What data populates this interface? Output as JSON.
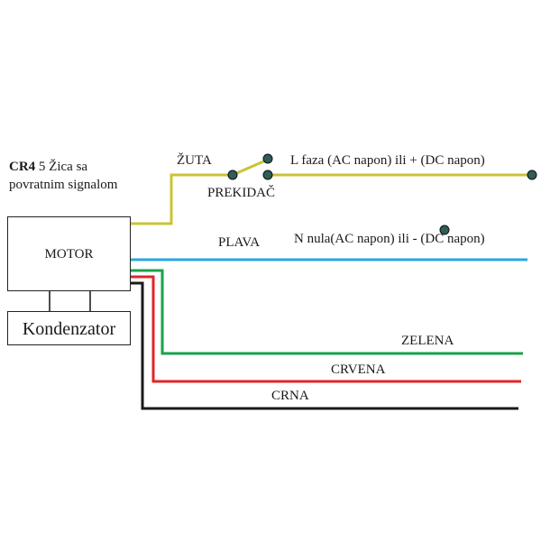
{
  "title": {
    "model": "CR4",
    "line1": "5 Žica sa",
    "line2": "povratnim signalom"
  },
  "components": {
    "motor": "MOTOR",
    "capacitor": "Kondenzator",
    "switch": "PREKIDAČ"
  },
  "wires": {
    "yellow": {
      "label": "ŽUTA",
      "color": "#c9c435",
      "terminal": "L faza (AC napon) ili + (DC napon)"
    },
    "blue": {
      "label": "PLAVA",
      "color": "#2aa7e0",
      "terminal": "N nula(AC napon) ili - (DC napon)"
    },
    "green": {
      "label": "ZELENA",
      "color": "#1aa24a",
      "terminal": ""
    },
    "red": {
      "label": "CRVENA",
      "color": "#e0252b",
      "terminal": ""
    },
    "black": {
      "label": "CRNA",
      "color": "#1a1a1a",
      "terminal": ""
    }
  },
  "node_color": "#2f5d57"
}
